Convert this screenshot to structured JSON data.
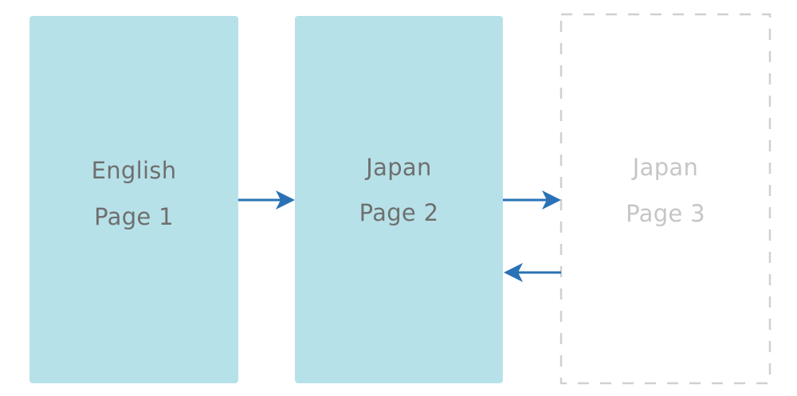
{
  "pages": [
    {
      "line1": "English",
      "line2": "Page 1"
    },
    {
      "line1": "Japan",
      "line2": "Page 2"
    },
    {
      "line1": "Japan",
      "line2": "Page 3"
    }
  ],
  "colors": {
    "box_fill": "#b7e1e8",
    "box_text": "#6f6f6f",
    "ghost_border": "#d0d0d0",
    "ghost_text": "#c6c6c6",
    "arrow": "#2a72b5"
  }
}
